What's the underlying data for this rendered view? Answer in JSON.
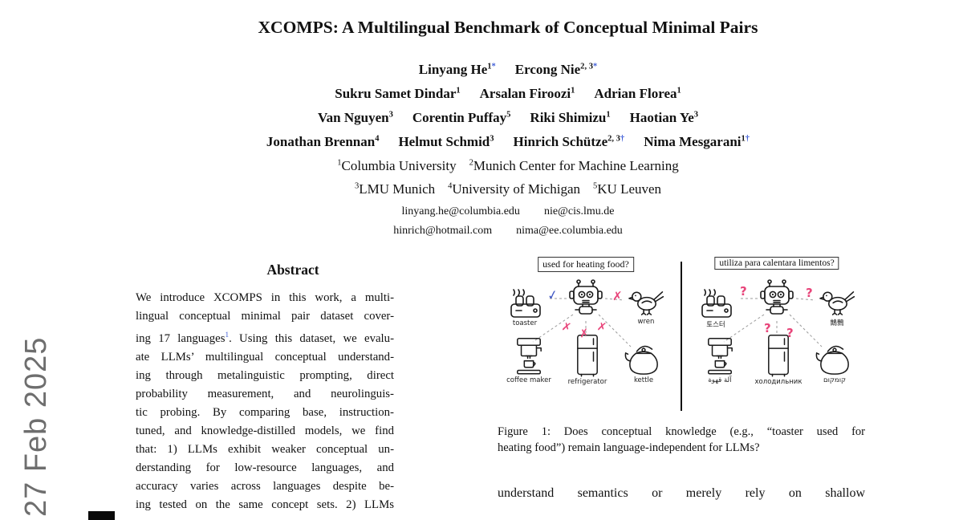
{
  "stamp": {
    "date": "27 Feb 2025"
  },
  "colors": {
    "footnote_link": "#3c5bd6",
    "check_mark": "#3f56c4",
    "cross_mark": "#e8457a",
    "stamp_gray": "#6e6e6e"
  },
  "paper": {
    "title": "XCOMPS: A Multilingual Benchmark of Conceptual Minimal Pairs"
  },
  "authors": {
    "line1": [
      {
        "name": "Linyang He",
        "num": "1",
        "sym": "*"
      },
      {
        "name": "Ercong Nie",
        "num": "2, 3",
        "sym": "*"
      }
    ],
    "line2": [
      {
        "name": "Sukru Samet Dindar",
        "num": "1",
        "sym": ""
      },
      {
        "name": "Arsalan Firoozi",
        "num": "1",
        "sym": ""
      },
      {
        "name": "Adrian Florea",
        "num": "1",
        "sym": ""
      }
    ],
    "line3": [
      {
        "name": "Van Nguyen",
        "num": "3",
        "sym": ""
      },
      {
        "name": "Corentin Puffay",
        "num": "5",
        "sym": ""
      },
      {
        "name": "Riki Shimizu",
        "num": "1",
        "sym": ""
      },
      {
        "name": "Haotian Ye",
        "num": "3",
        "sym": ""
      }
    ],
    "line4": [
      {
        "name": "Jonathan Brennan",
        "num": "4",
        "sym": ""
      },
      {
        "name": "Helmut Schmid",
        "num": "3",
        "sym": ""
      },
      {
        "name": "Hinrich Schütze",
        "num": "2, 3",
        "sym": "†"
      },
      {
        "name": "Nima Mesgarani",
        "num": "1",
        "sym": "†"
      }
    ]
  },
  "affiliations": {
    "line1": [
      {
        "num": "1",
        "text": "Columbia University"
      },
      {
        "num": "2",
        "text": "Munich Center for Machine Learning"
      }
    ],
    "line2": [
      {
        "num": "3",
        "text": "LMU Munich"
      },
      {
        "num": "4",
        "text": "University of Michigan"
      },
      {
        "num": "5",
        "text": "KU Leuven"
      }
    ]
  },
  "emails": {
    "line1": [
      "linyang.he@columbia.edu",
      "nie@cis.lmu.de"
    ],
    "line2": [
      "hinrich@hotmail.com",
      "nima@ee.columbia.edu"
    ]
  },
  "abstract": {
    "heading": "Abstract",
    "l0": "We introduce XCOMPS in this work, a multi-",
    "l1": "lingual conceptual minimal pair dataset cover-",
    "l2pre": "ing 17 languages",
    "l2sup": "1",
    "l2post": ". Using this dataset, we evalu-",
    "l3": "ate LLMs’ multilingual conceptual understand-",
    "l4": "ing through metalinguistic prompting, direct",
    "l5": "probability measurement, and neurolinguis-",
    "l6": "tic probing. By comparing base, instruction-",
    "l7": "tuned, and knowledge-distilled models, we find",
    "l8": "that: 1) LLMs exhibit weaker conceptual un-",
    "l9": "derstanding for low-resource languages, and",
    "l10": "accuracy varies across languages despite be-",
    "l11": "ing tested on the same concept sets. 2) LLMs"
  },
  "figure": {
    "panels": [
      {
        "question": "used for heating food?",
        "labels": {
          "toaster": "toaster",
          "wren": "wren",
          "coffee": "coffee maker",
          "fridge": "refrigerator",
          "kettle": "kettle"
        }
      },
      {
        "question": "utiliza para calentara limentos?",
        "labels": {
          "toaster": "토스터",
          "wren": "鷦鷯",
          "coffee": "آلة قهوة",
          "fridge": "холодильник",
          "kettle": "קומקום"
        }
      }
    ],
    "marks": {
      "check": "✓",
      "cross": "✗",
      "question": "?"
    },
    "caption_line1": "Figure 1: Does conceptual knowledge (e.g., “toaster used for",
    "caption_line2": "heating food”) remain language-independent for LLMs?"
  },
  "body": {
    "first_visible_line": "understand semantics or merely rely on shallow"
  }
}
